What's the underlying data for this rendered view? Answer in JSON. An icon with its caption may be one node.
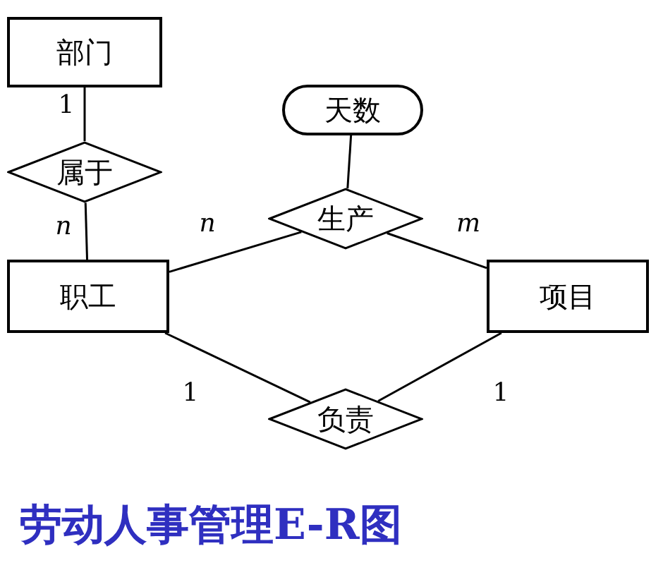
{
  "diagram": {
    "title": "劳动人事管理E-R图",
    "nodes": [
      {
        "text": [
          "部门"
        ]
      },
      {
        "text": [
          "属于"
        ]
      },
      {
        "text": [
          "职工"
        ]
      },
      {
        "text": [
          "天数"
        ]
      },
      {
        "text": [
          "生产"
        ]
      },
      {
        "text": [
          "项目"
        ]
      },
      {
        "text": [
          "负责"
        ]
      }
    ],
    "edges": [
      {
        "from": 0,
        "to": 1,
        "arrow": "none",
        "label": "1"
      },
      {
        "from": 1,
        "to": 2,
        "arrow": "none",
        "label": "*n*"
      },
      {
        "from": 2,
        "to": 4,
        "arrow": "none",
        "label": "*n*"
      },
      {
        "from": 4,
        "to": 5,
        "arrow": "none",
        "label": "*m*"
      },
      {
        "from": 3,
        "to": 4,
        "arrow": "none"
      },
      {
        "from": 2,
        "to": 6,
        "arrow": "none",
        "label": "1"
      },
      {
        "from": 6,
        "to": 5,
        "arrow": "none",
        "label": "1"
      }
    ]
  }
}
